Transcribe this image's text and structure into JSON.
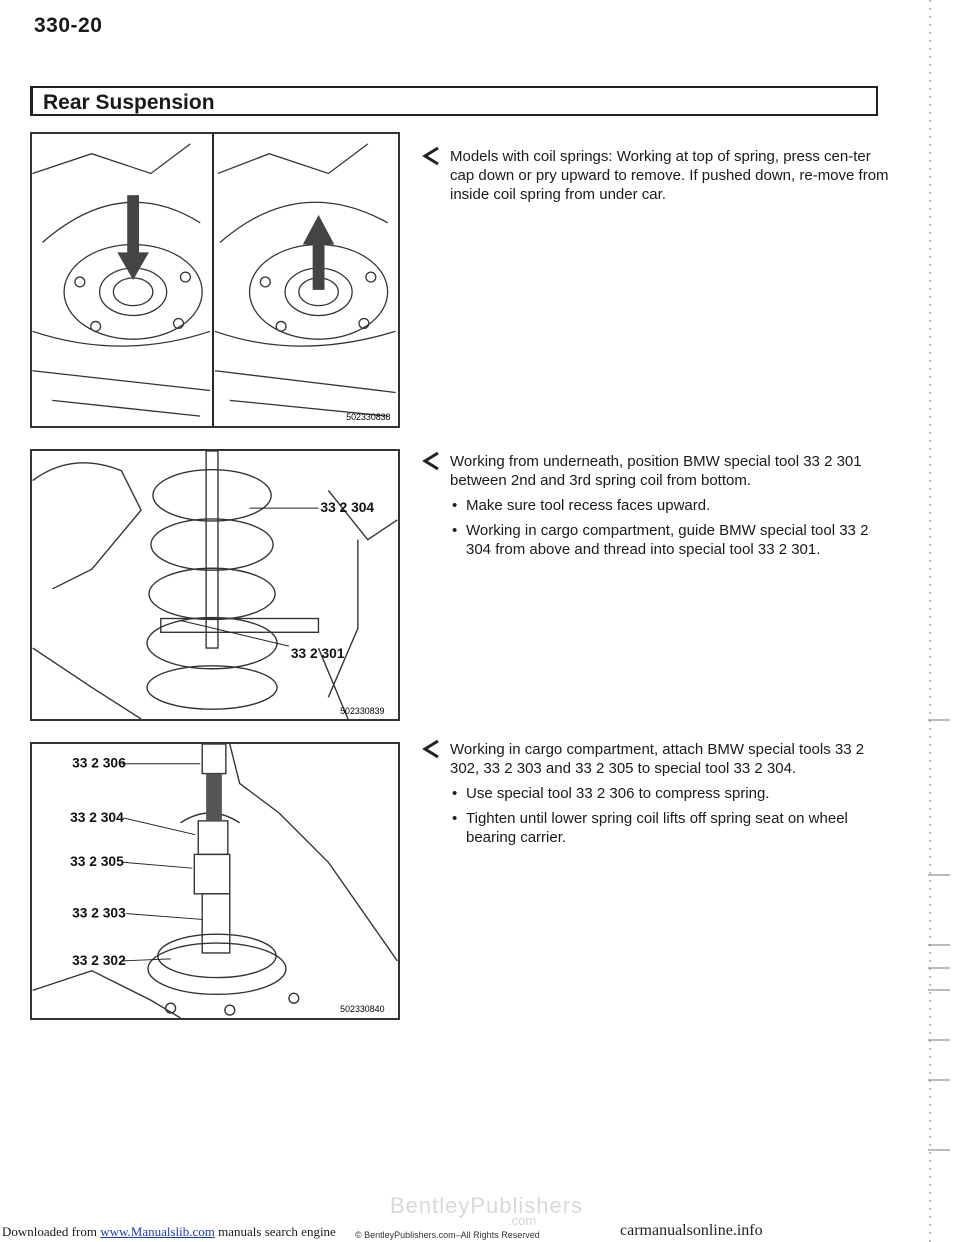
{
  "header": {
    "page_number": "330-20",
    "section_title": "Rear Suspension"
  },
  "figures": [
    {
      "id": "502330838"
    },
    {
      "id": "502330839",
      "callouts": [
        "33 2 304",
        "33 2 301"
      ]
    },
    {
      "id": "502330840",
      "callouts": [
        "33 2 306",
        "33 2 304",
        "33 2 305",
        "33 2 303",
        "33 2 302"
      ]
    }
  ],
  "steps": [
    {
      "text": "Models with coil springs: Working at top of spring, press cen-ter cap down or pry upward to remove. If pushed down, re-move from inside coil spring from under car.",
      "bullets": []
    },
    {
      "text": "Working from underneath, position BMW special tool 33 2 301 between 2nd and 3rd spring coil from bottom.",
      "bullets": [
        "Make sure tool recess faces upward.",
        "Working in cargo compartment, guide BMW special tool 33 2 304 from above and thread into special tool 33 2 301."
      ]
    },
    {
      "text": "Working in cargo compartment, attach BMW special tools 33 2 302, 33 2 303 and 33 2 305 to special tool 33 2 304.",
      "bullets": [
        "Use special tool 33 2 306 to compress spring.",
        "Tighten until lower spring coil lifts off spring seat on wheel bearing carrier."
      ]
    }
  ],
  "footer": {
    "download_prefix": "Downloaded from",
    "download_link": "www.Manualslib.com",
    "download_suffix": "manuals search engine",
    "copyright": "© BentleyPublishers.com–All Rights Reserved",
    "watermark": "BentleyPublishers",
    "watermark_sub": ".com",
    "site": "carmanualsonline.info"
  },
  "colors": {
    "text": "#1a1a1a",
    "link": "#1a3fb5",
    "line_art": "#222222"
  }
}
